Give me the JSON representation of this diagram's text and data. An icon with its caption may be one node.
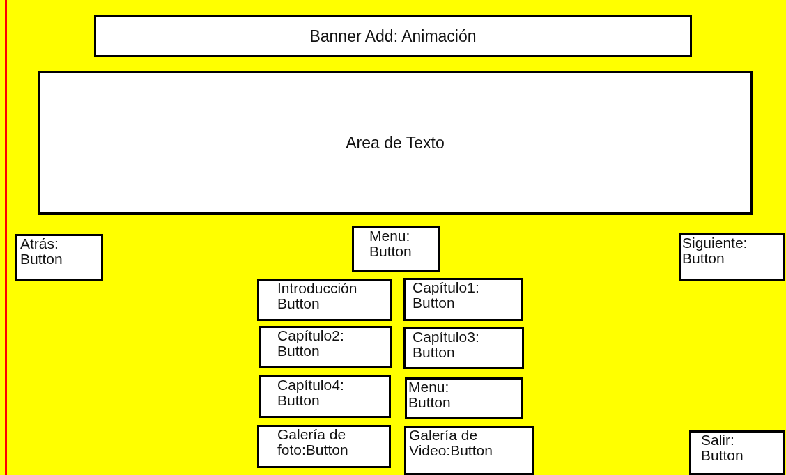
{
  "diagram": {
    "nodes": [
      {
        "text": [
          "Banner Add: Animación"
        ]
      },
      {
        "text": [
          "Area de Texto"
        ]
      },
      {
        "text": [
          "Atrás: Button"
        ]
      },
      {
        "text": [
          "Menu: Button"
        ]
      },
      {
        "text": [
          "Siguiente: Button"
        ]
      },
      {
        "text": [
          "Introducción Button"
        ]
      },
      {
        "text": [
          "Capítulo1: Button"
        ]
      },
      {
        "text": [
          "Capítulo2: Button"
        ]
      },
      {
        "text": [
          "Capítulo3: Button"
        ]
      },
      {
        "text": [
          "Capítulo4: Button"
        ]
      },
      {
        "text": [
          "Menu: Button"
        ]
      },
      {
        "text": [
          "Galería de foto:Button"
        ]
      },
      {
        "text": [
          "Galería de Video:Button"
        ]
      },
      {
        "text": [
          "Salir: Button"
        ]
      }
    ]
  }
}
